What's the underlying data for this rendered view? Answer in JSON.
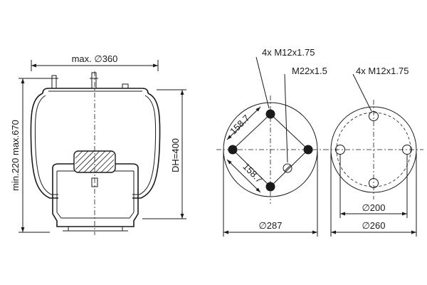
{
  "side_view": {
    "diameter_label": "max. ∅360",
    "height_label": "min.220 max.670",
    "dh_label": "DH=400"
  },
  "top_view": {
    "studs_label": "4x M12x1.75",
    "center_label": "M22x1.5",
    "spacing_upper": "158.7",
    "spacing_lower": "158.7",
    "diameter_label": "∅287"
  },
  "bottom_view": {
    "holes_label": "4x M12x1.75",
    "bolt_circle_label": "∅200",
    "diameter_label": "∅260"
  },
  "colors": {
    "line": "#1a1a1a",
    "background": "#ffffff"
  }
}
